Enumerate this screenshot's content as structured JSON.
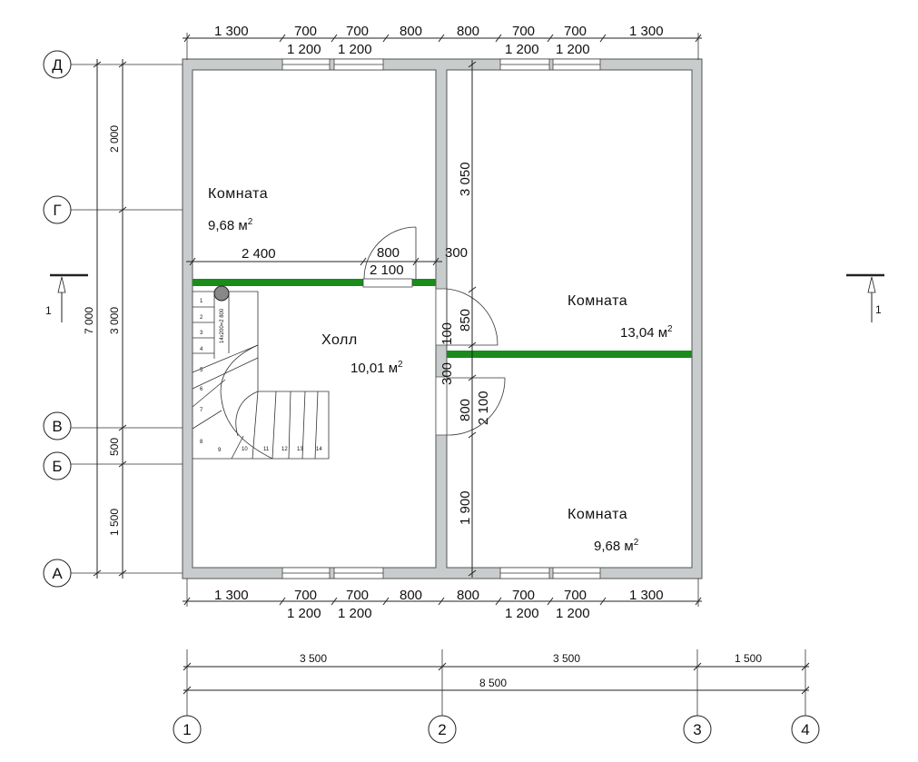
{
  "rooms": [
    {
      "name": "Комната",
      "area": "9,68"
    },
    {
      "name": "Холл",
      "area": "10,01"
    },
    {
      "name": "Комната",
      "area": "13,04"
    },
    {
      "name": "Комната",
      "area": "9,68"
    }
  ],
  "area_unit": "м",
  "area_unit_sup": "2",
  "dims": {
    "top": [
      "1 300",
      "700",
      "700",
      "800",
      "800",
      "700",
      "700",
      "1 300"
    ],
    "top_windows": [
      "1 200",
      "1 200",
      "1 200",
      "1 200"
    ],
    "bottom": [
      "1 300",
      "700",
      "700",
      "800",
      "800",
      "700",
      "700",
      "1 300"
    ],
    "bottom_windows": [
      "1 200",
      "1 200",
      "1 200",
      "1 200"
    ],
    "left_inner": [
      "2 000",
      "3 000",
      "500",
      "1 500"
    ],
    "left_total": "7 000",
    "mid_vertical": [
      "3 050",
      "850",
      "800",
      "1 900"
    ],
    "interior": {
      "width_2400": "2 400",
      "door_800": "800",
      "door_2100": "2 100",
      "v300": "300",
      "v100": "100",
      "v300b": "300",
      "door2_2100": "2 100"
    },
    "axis_spans": [
      "3 500",
      "3 500",
      "1 500"
    ],
    "axis_total": "8 500"
  },
  "axes_letters": [
    "Д",
    "Г",
    "В",
    "Б",
    "А"
  ],
  "axes_numbers": [
    "1",
    "2",
    "3",
    "4"
  ],
  "section_marks": [
    "1",
    "1"
  ],
  "stair_steps": [
    "1",
    "2",
    "3",
    "4",
    "5",
    "6",
    "7",
    "8",
    "9",
    "10",
    "11",
    "12",
    "13",
    "14"
  ],
  "stair_note": "14x200=2 800"
}
